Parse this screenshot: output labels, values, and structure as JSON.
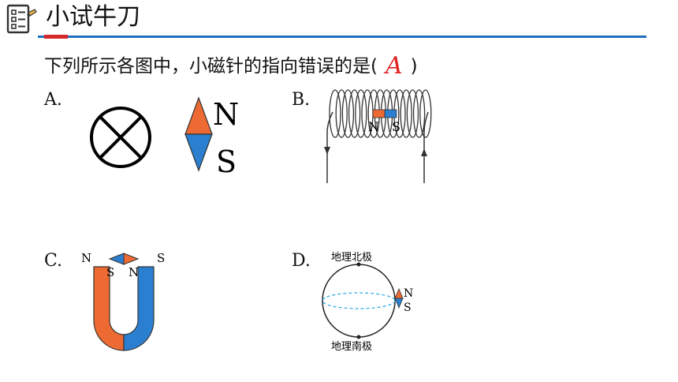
{
  "header": {
    "title": "小试牛刀",
    "icon": "checklist-pencil-icon"
  },
  "question": {
    "text_before": "下列所示各图中，小磁针的指向错误的是(",
    "answer": "A",
    "text_after": ")"
  },
  "options": {
    "a": {
      "label": "A.",
      "needle_north": "N",
      "needle_south": "S"
    },
    "b": {
      "label": "B.",
      "needle_north": "N",
      "needle_south": "S"
    },
    "c": {
      "label": "C.",
      "magnet_left": "N",
      "magnet_right": "S",
      "needle_left": "S",
      "needle_right": "N"
    },
    "d": {
      "label": "D.",
      "top_label": "地理北极",
      "bottom_label": "地理南极",
      "needle_north": "N",
      "needle_south": "S"
    }
  },
  "colors": {
    "north": "#ee6a33",
    "south": "#2b7fd0",
    "rule": "#1f6fbf",
    "accent": "#d62a2a",
    "answer": "#e02020",
    "equator": "#29a8e0"
  }
}
